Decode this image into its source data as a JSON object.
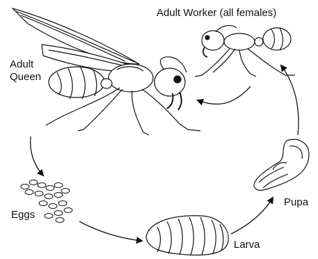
{
  "labels": {
    "adult_worker": "Adult Worker (all females)",
    "adult_queen_line1": "Adult",
    "adult_queen_line2": "Queen",
    "eggs": "Eggs",
    "pupa": "Pupa",
    "larva": "Larva"
  },
  "stages": [
    "Adult Queen",
    "Eggs",
    "Larva",
    "Pupa",
    "Adult Worker (all females)"
  ],
  "colors": {
    "ink": "#111111",
    "background": "#ffffff"
  }
}
